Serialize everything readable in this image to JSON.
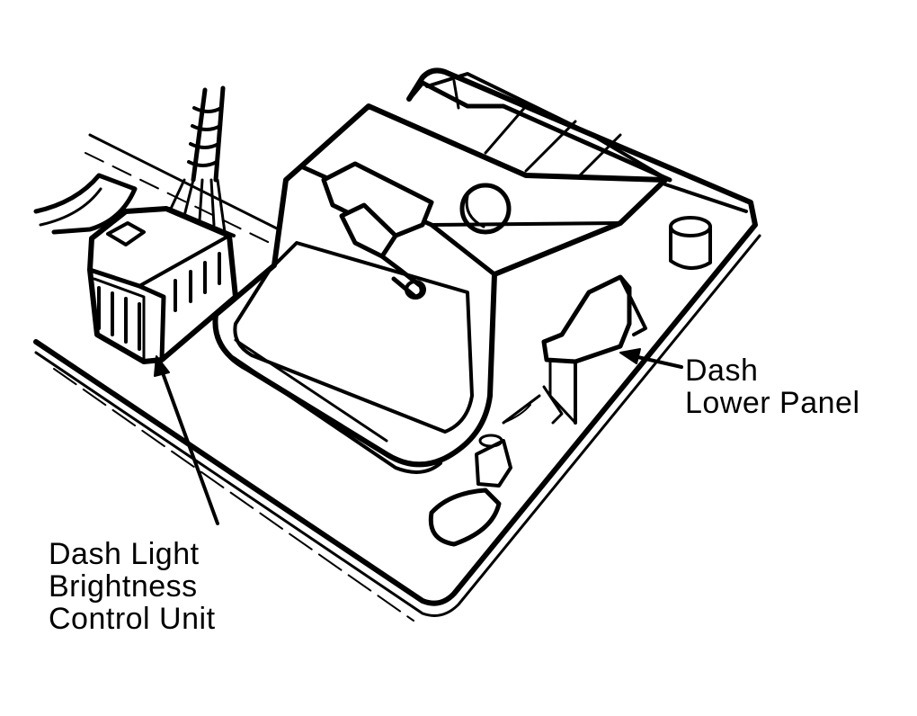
{
  "labels": {
    "dash_lower_panel": [
      "Dash",
      "Lower Panel"
    ],
    "dash_light_brightness_control_unit": [
      "Dash Light",
      "Brightness",
      "Control Unit"
    ]
  },
  "colors": {
    "ink": "#000000",
    "paper": "#ffffff"
  }
}
